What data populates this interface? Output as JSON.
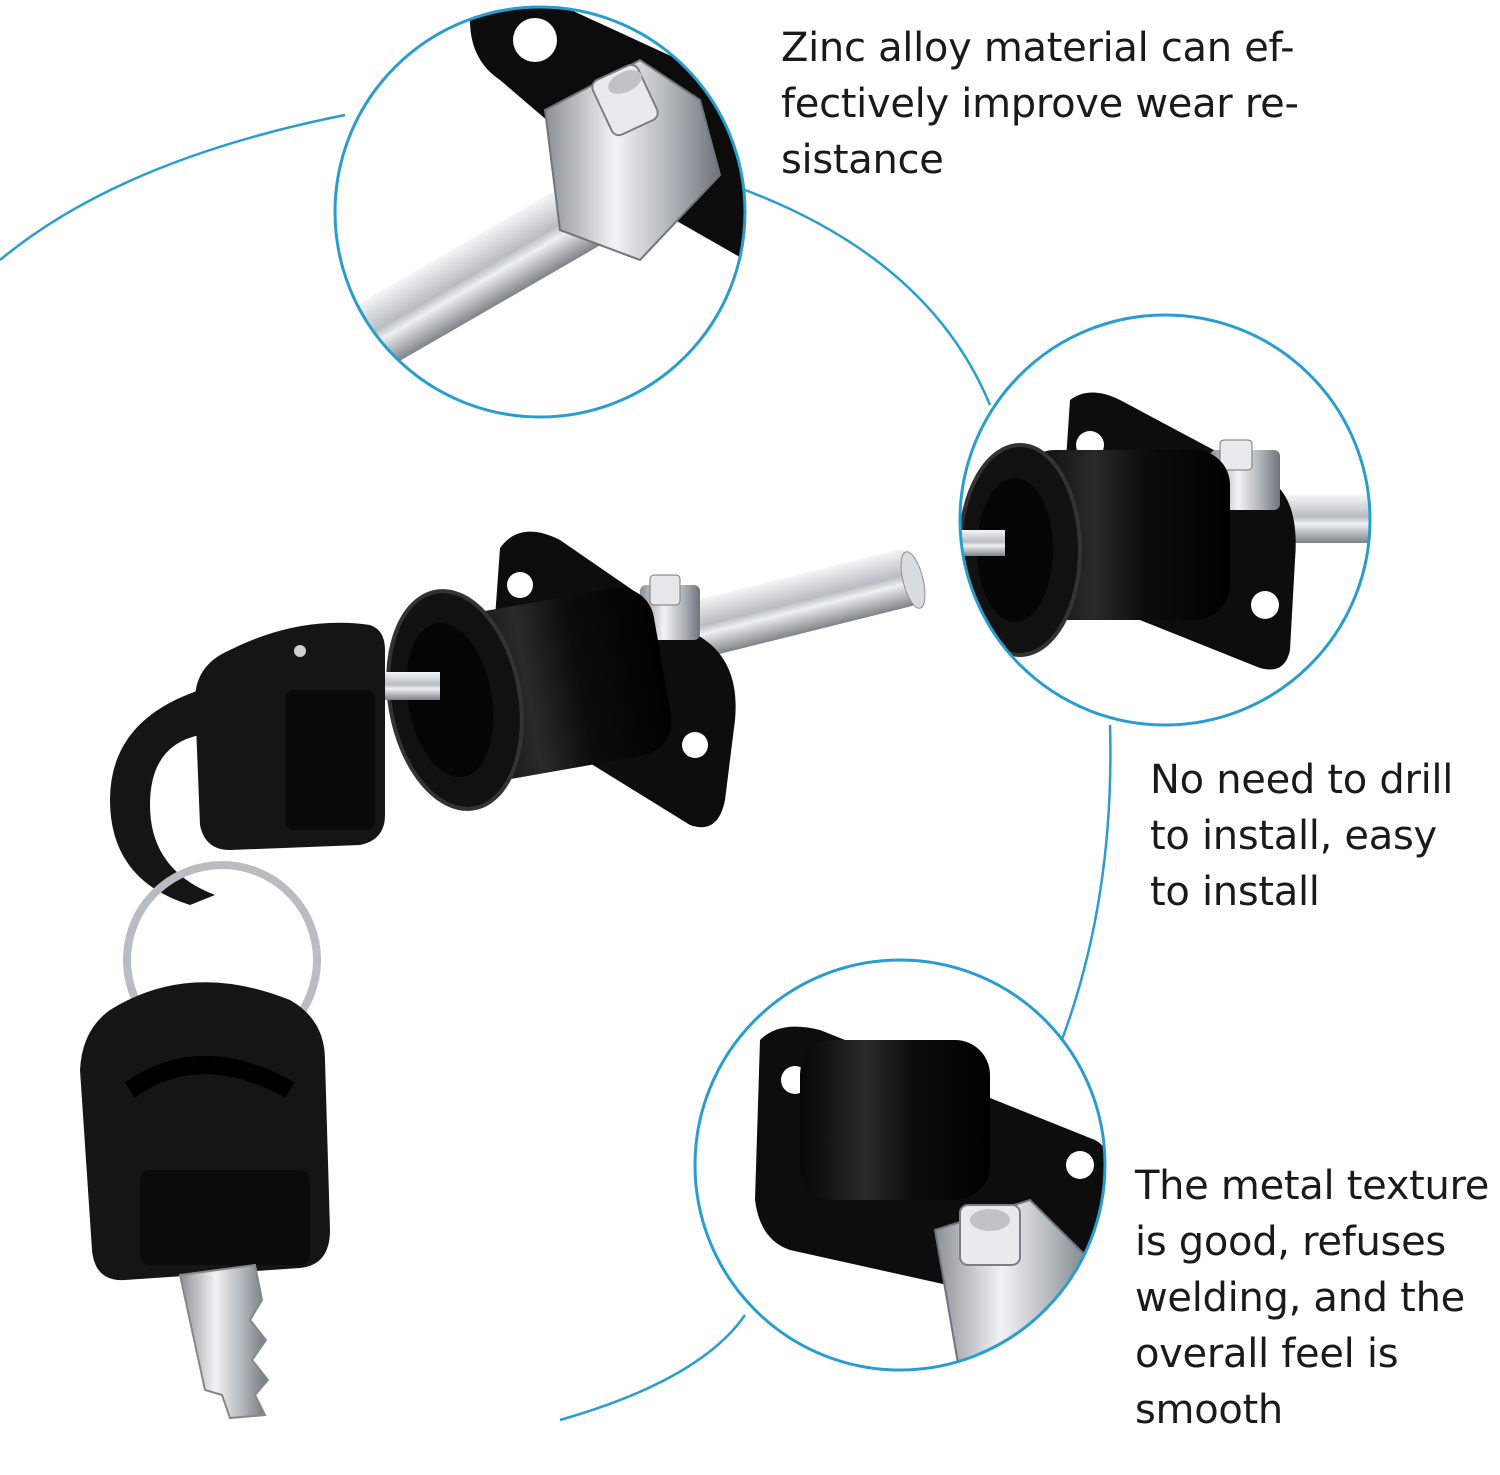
{
  "colors": {
    "background": "#ffffff",
    "callout_ring": "#2a9dcf",
    "lock_body": "#111111",
    "chrome": "#c9cdd1",
    "text": "#1a1a1a"
  },
  "callouts": [
    {
      "lines": [
        "Zinc alloy material can ef-",
        "fectively improve wear re-",
        "sistance"
      ]
    },
    {
      "lines": [
        "No need to drill",
        "to install, easy",
        "to install"
      ]
    },
    {
      "lines": [
        "The metal texture",
        "is good, refuses",
        "welding, and the",
        "overall feel is",
        "smooth"
      ]
    }
  ]
}
